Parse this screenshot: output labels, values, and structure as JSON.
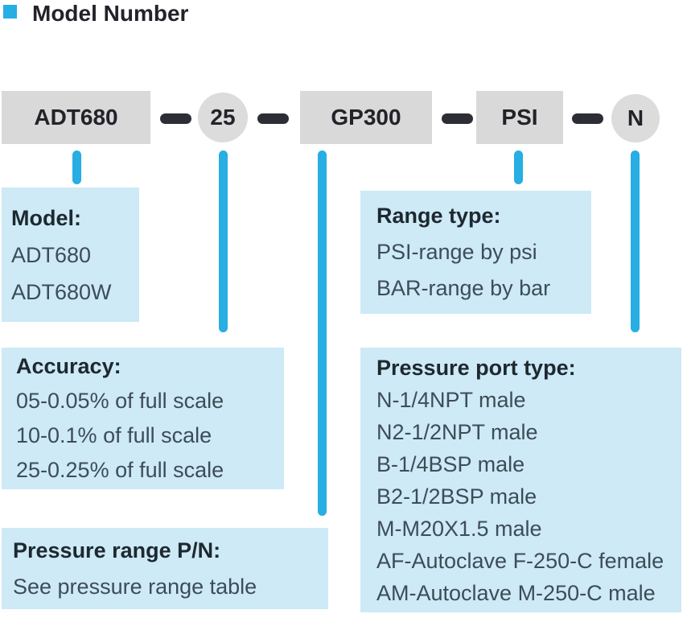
{
  "header": {
    "title": "Model Number"
  },
  "model_code": {
    "segments": [
      {
        "label": "ADT680",
        "shape": "box"
      },
      {
        "label": "25",
        "shape": "circle"
      },
      {
        "label": "GP300",
        "shape": "box"
      },
      {
        "label": "PSI",
        "shape": "box"
      },
      {
        "label": "N",
        "shape": "circle"
      }
    ]
  },
  "callouts": [
    {
      "id": "model",
      "title": "Model:",
      "lines": [
        "ADT680",
        "ADT680W"
      ]
    },
    {
      "id": "range_type",
      "title": "Range type:",
      "lines": [
        "PSI-range by psi",
        "BAR-range by bar"
      ]
    },
    {
      "id": "accuracy",
      "title": "Accuracy:",
      "lines": [
        "05-0.05% of full scale",
        "10-0.1% of full scale",
        "25-0.25% of full scale"
      ]
    },
    {
      "id": "pressure_port",
      "title": "Pressure port type:",
      "lines": [
        "N-1/4NPT male",
        "N2-1/2NPT male",
        "B-1/4BSP male",
        "B2-1/2BSP male",
        "M-M20X1.5 male",
        "AF-Autoclave F-250-C female",
        "AM-Autoclave M-250-C male"
      ]
    },
    {
      "id": "pressure_range",
      "title": "Pressure range P/N:",
      "lines": [
        "See pressure range table"
      ]
    }
  ],
  "colors": {
    "accent": "#27aee3",
    "cyan_fill": "#cdeaf6",
    "gray_fill": "#d9d9d9",
    "circle_fill": "#dcdcdc",
    "dash_color": "#2d2d35",
    "heading_text": "#222229",
    "callout_title_text": "#1e2830",
    "callout_body_text": "#3d4d58"
  }
}
